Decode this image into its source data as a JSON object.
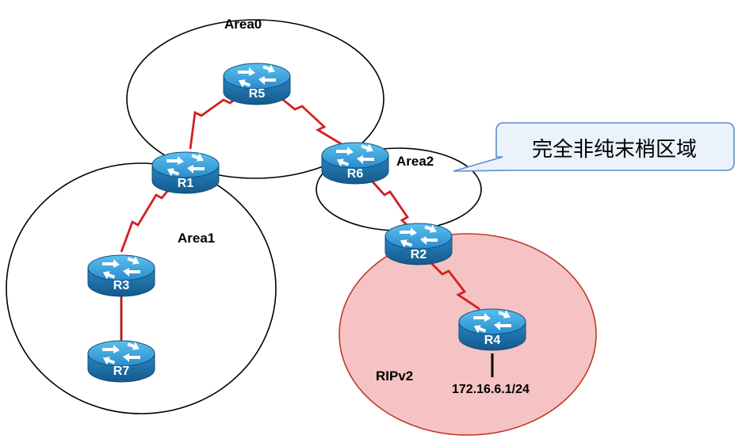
{
  "areas": {
    "area0": "Area0",
    "area1": "Area1",
    "area2": "Area2",
    "rip": "RIPv2"
  },
  "routers": {
    "r1": "R1",
    "r2": "R2",
    "r3": "R3",
    "r4": "R4",
    "r5": "R5",
    "r6": "R6",
    "r7": "R7"
  },
  "network": {
    "r4_subnet": "172.16.6.1/24"
  },
  "callout": {
    "text": "完全非纯末梢区域"
  },
  "colors": {
    "router_top": "#3aa3d8",
    "router_side": "#1a6fa8",
    "serial_link": "#d42020",
    "ethernet_link": "#b01818",
    "rip_area_fill": "#f5c3c3",
    "rip_area_stroke": "#c0392b",
    "callout_fill": "#eaf2fb",
    "callout_stroke": "#5b8fc7"
  },
  "icons": {
    "router": "router-icon",
    "callout": "speech-bubble-icon"
  }
}
